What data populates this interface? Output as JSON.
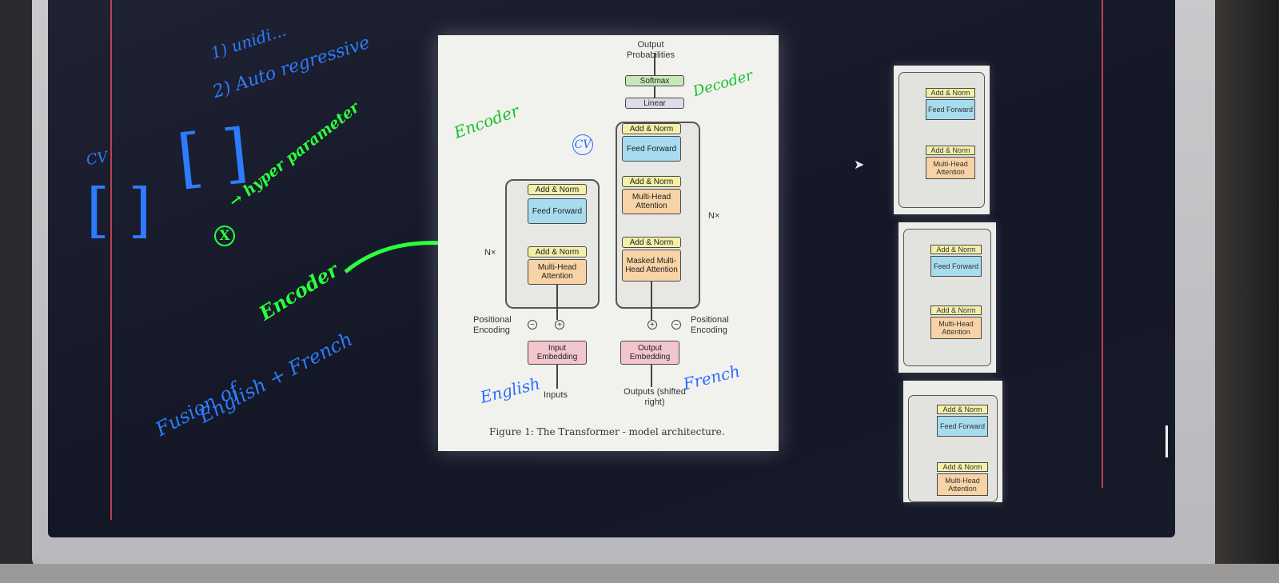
{
  "figure": {
    "caption": "Figure 1: The Transformer - model architecture.",
    "output_probabilities": "Output Probabilities",
    "softmax": "Softmax",
    "linear": "Linear",
    "add_norm": "Add & Norm",
    "feed_forward": "Feed Forward",
    "multi_head_attention": "Multi-Head Attention",
    "masked_multi_head_attention": "Masked Multi-Head Attention",
    "nx": "N×",
    "positional_encoding": "Positional Encoding",
    "input_embedding": "Input Embedding",
    "output_embedding": "Output Embedding",
    "inputs": "Inputs",
    "outputs": "Outputs (shifted right)"
  },
  "annotations": {
    "encoder_left": "Encoder",
    "decoder_right": "Decoder",
    "cv": "CV",
    "english": "English",
    "french": "French",
    "hyperparameter": "→ hyper parameter",
    "x_mark": "X",
    "encoder_green": "Encoder",
    "fusion_line1": "Fusion of",
    "fusion_line2": "English + French",
    "autoregressive": "2) Auto regressive",
    "unidirectional": "1) unidi...",
    "bracket_cv": "CV"
  },
  "colors": {
    "screen_bg": "#141726",
    "ink_blue": "#2d7cff",
    "ink_green": "#2aff3c",
    "ink_red": "#d9485c"
  }
}
